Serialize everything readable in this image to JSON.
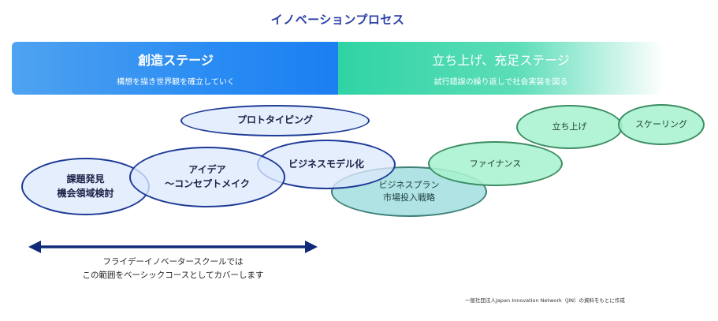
{
  "title": "イノベーションプロセス",
  "stages": [
    {
      "name": "創造ステージ",
      "description": "構想を描き世界観を確立していく",
      "color": "#2a8cf3"
    },
    {
      "name": "立ち上げ、充足ステージ",
      "description": "試行錯誤の繰り返しで社会実装を図る",
      "color": "#2fd4a4"
    }
  ],
  "bubbles": {
    "kadai": "課題発見\n機会領域検討",
    "idea": "アイデア\n〜コンセプトメイク",
    "prototype": "プロトタイピング",
    "bizmodel": "ビジネスモデル化",
    "bizplan": "ビジネスプラン\n市場投入戦略",
    "finance": "ファイナンス",
    "startup": "立ち上げ",
    "scaling": "スケーリング"
  },
  "note": {
    "line1": "フライデーイノベータースクールでは",
    "line2": "この範囲をベーシックコースとしてカバーします"
  },
  "source": "一般社団法人Japan Innovation Network（JIN）の資料をもとに作成",
  "colors": {
    "title": "#2b3fa6",
    "arrow": "#0e2a78",
    "outline_blue": "#1d3a96"
  }
}
